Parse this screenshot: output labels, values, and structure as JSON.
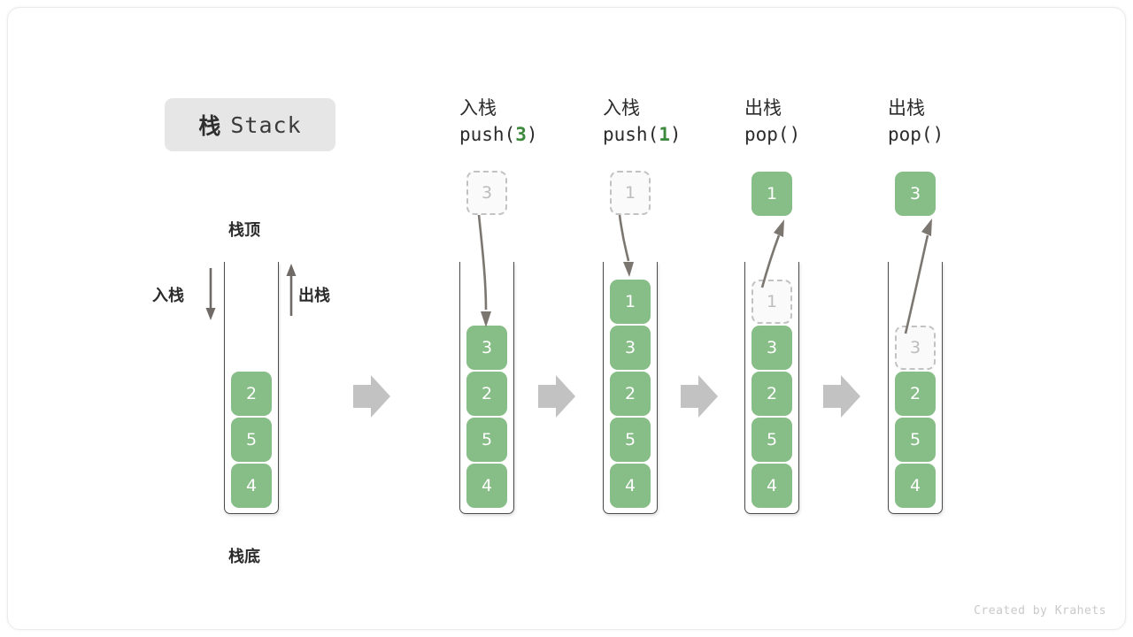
{
  "title": {
    "cn": "栈",
    "en": "Stack"
  },
  "labels": {
    "top": "栈顶",
    "bottom": "栈底",
    "push": "入栈",
    "pop": "出栈"
  },
  "colors": {
    "cell_green": "#87bd87",
    "ghost_border": "#c2c2c2",
    "ghost_text": "#bdbdbd",
    "arrow_gray": "#6f6a66",
    "big_arrow_gray": "#c2c2c2",
    "badge_bg": "#e7e6e6",
    "text_dark": "#2b2b2b",
    "code_green": "#3c8a3c",
    "watermark": "#c9c9c9"
  },
  "initial_stack": {
    "name": "initial",
    "cells": [
      "2",
      "5",
      "4"
    ]
  },
  "steps": [
    {
      "id": "push-3",
      "head_cn": "入栈",
      "code_prefix": "push(",
      "code_num": "3",
      "code_suffix": ")",
      "float_value": "3",
      "float_kind": "ghost",
      "cells": [
        {
          "value": "3",
          "kind": "solid"
        },
        {
          "value": "2",
          "kind": "solid"
        },
        {
          "value": "5",
          "kind": "solid"
        },
        {
          "value": "4",
          "kind": "solid"
        }
      ]
    },
    {
      "id": "push-1",
      "head_cn": "入栈",
      "code_prefix": "push(",
      "code_num": "1",
      "code_suffix": ")",
      "float_value": "1",
      "float_kind": "ghost",
      "cells": [
        {
          "value": "1",
          "kind": "solid"
        },
        {
          "value": "3",
          "kind": "solid"
        },
        {
          "value": "2",
          "kind": "solid"
        },
        {
          "value": "5",
          "kind": "solid"
        },
        {
          "value": "4",
          "kind": "solid"
        }
      ]
    },
    {
      "id": "pop-1",
      "head_cn": "出栈",
      "code_prefix": "pop(",
      "code_num": "",
      "code_suffix": ")",
      "float_value": "1",
      "float_kind": "solid",
      "cells": [
        {
          "value": "1",
          "kind": "ghost"
        },
        {
          "value": "3",
          "kind": "solid"
        },
        {
          "value": "2",
          "kind": "solid"
        },
        {
          "value": "5",
          "kind": "solid"
        },
        {
          "value": "4",
          "kind": "solid"
        }
      ]
    },
    {
      "id": "pop-3",
      "head_cn": "出栈",
      "code_prefix": "pop(",
      "code_num": "",
      "code_suffix": ")",
      "float_value": "3",
      "float_kind": "solid",
      "cells": [
        {
          "value": "3",
          "kind": "ghost"
        },
        {
          "value": "2",
          "kind": "solid"
        },
        {
          "value": "5",
          "kind": "solid"
        },
        {
          "value": "4",
          "kind": "solid"
        }
      ]
    }
  ],
  "watermark": "Created by Krahets"
}
